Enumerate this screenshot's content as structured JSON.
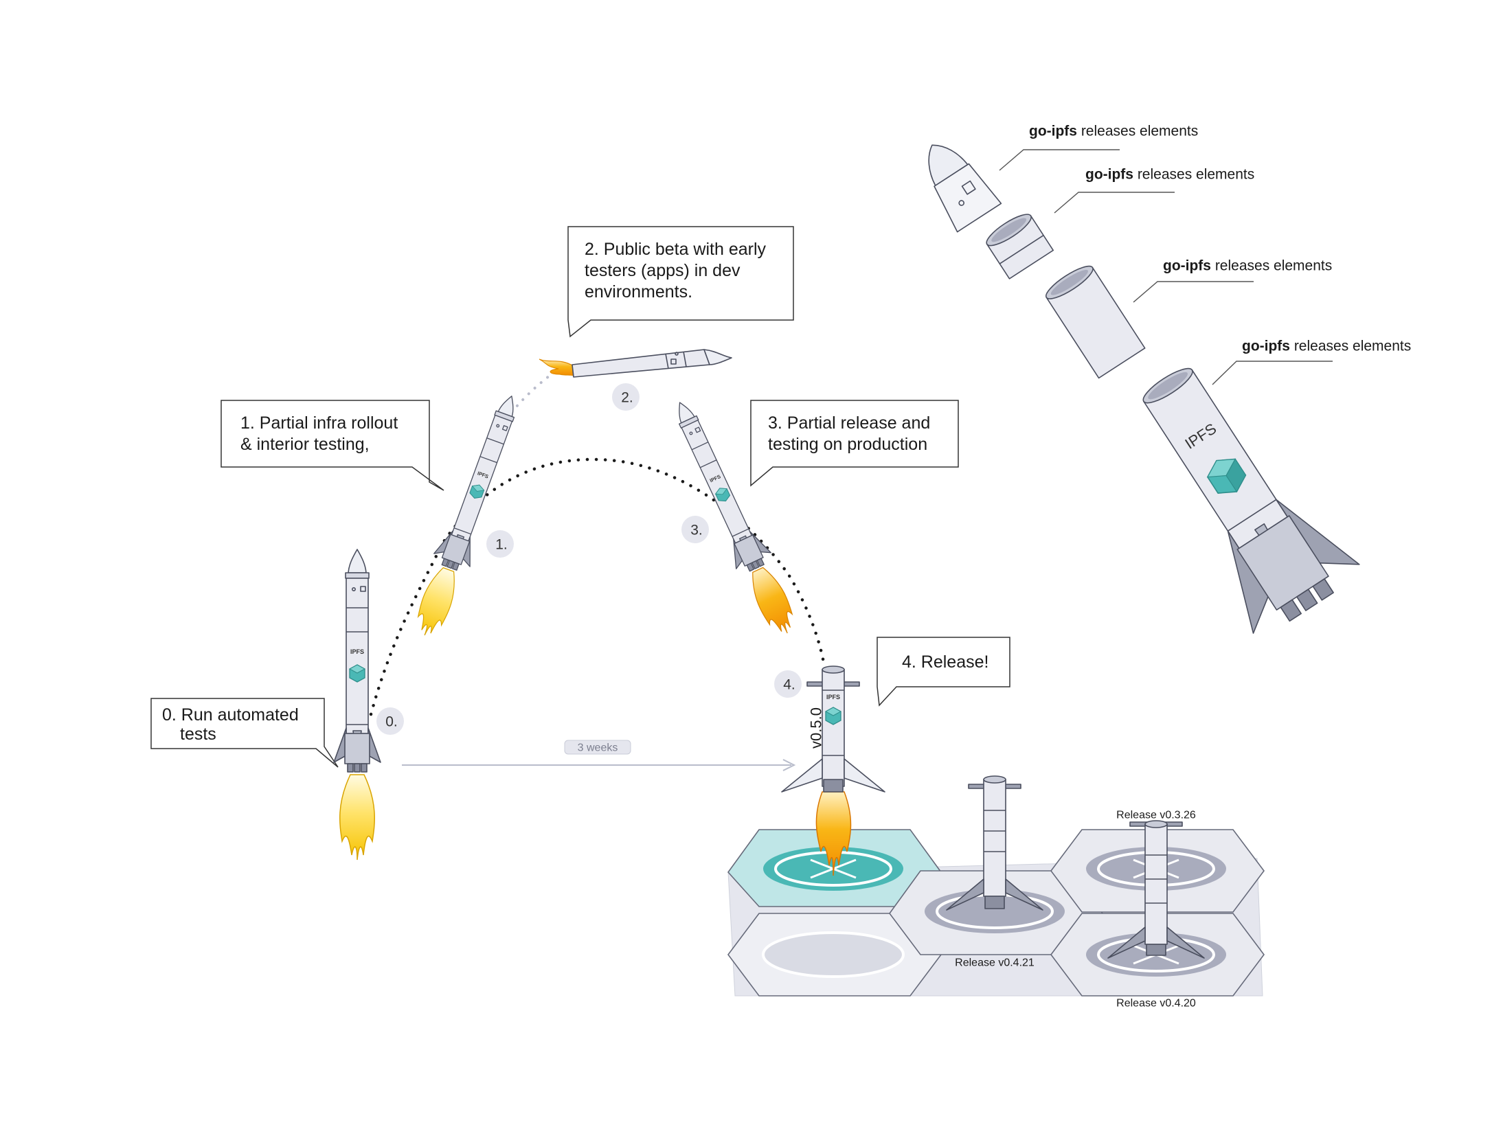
{
  "callouts": {
    "step0": [
      "0. Run automated",
      "tests"
    ],
    "step1": [
      "1. Partial infra rollout",
      "& interior testing,"
    ],
    "step2": [
      "2. Public beta with early",
      "testers (apps) in dev",
      "environments."
    ],
    "step3": [
      "3. Partial release and",
      "testing on production"
    ],
    "step4": [
      "4. Release!"
    ]
  },
  "steps": [
    "0.",
    "1.",
    "2.",
    "3.",
    "4."
  ],
  "timeline": {
    "label": "3 weeks"
  },
  "version_label": "v0.5.0",
  "rocket_text": "IPFS",
  "elements": [
    {
      "bold": "go-ipfs",
      "text": " releases elements"
    },
    {
      "bold": "go-ipfs",
      "text": " releases elements"
    },
    {
      "bold": "go-ipfs",
      "text": " releases elements"
    },
    {
      "bold": "go-ipfs",
      "text": " releases elements"
    }
  ],
  "releases": [
    "Release v0.3.26",
    "Release v0.4.21",
    "Release v0.4.20"
  ],
  "colors": {
    "accent": "#4ab8b5",
    "pad_active": "#bfe6e7",
    "flame_yellow": "#f6c800",
    "flame_orange": "#f5a100",
    "rocket_body": "#e8e9f0",
    "rocket_fin": "#9ea2b2",
    "line": "#333333"
  }
}
